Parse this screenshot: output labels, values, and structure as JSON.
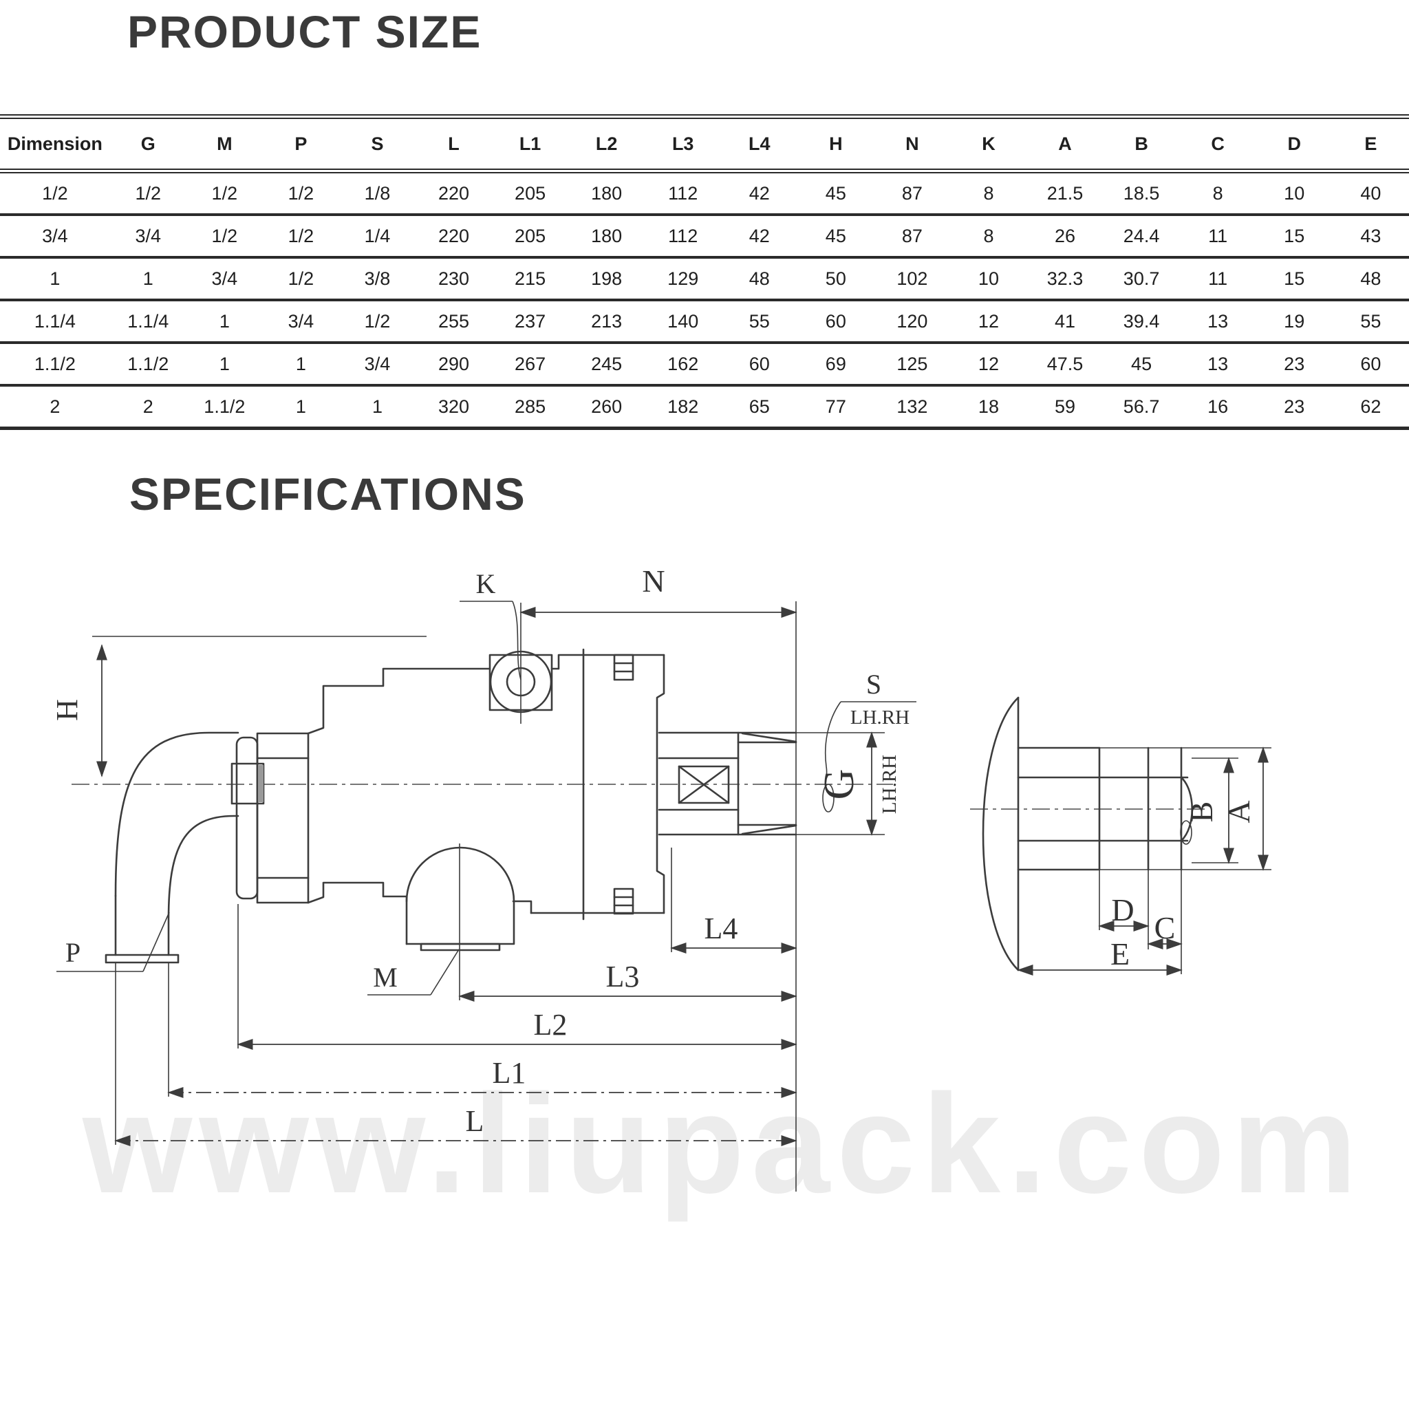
{
  "titles": {
    "product_size": "PRODUCT SIZE",
    "specifications": "SPECIFICATIONS"
  },
  "table": {
    "headers": [
      "Dimension",
      "G",
      "M",
      "P",
      "S",
      "L",
      "L1",
      "L2",
      "L3",
      "L4",
      "H",
      "N",
      "K",
      "A",
      "B",
      "C",
      "D",
      "E"
    ],
    "rows": [
      [
        "1/2",
        "1/2",
        "1/2",
        "1/2",
        "1/8",
        "220",
        "205",
        "180",
        "112",
        "42",
        "45",
        "87",
        "8",
        "21.5",
        "18.5",
        "8",
        "10",
        "40"
      ],
      [
        "3/4",
        "3/4",
        "1/2",
        "1/2",
        "1/4",
        "220",
        "205",
        "180",
        "112",
        "42",
        "45",
        "87",
        "8",
        "26",
        "24.4",
        "11",
        "15",
        "43"
      ],
      [
        "1",
        "1",
        "3/4",
        "1/2",
        "3/8",
        "230",
        "215",
        "198",
        "129",
        "48",
        "50",
        "102",
        "10",
        "32.3",
        "30.7",
        "11",
        "15",
        "48"
      ],
      [
        "1.1/4",
        "1.1/4",
        "1",
        "3/4",
        "1/2",
        "255",
        "237",
        "213",
        "140",
        "55",
        "60",
        "120",
        "12",
        "41",
        "39.4",
        "13",
        "19",
        "55"
      ],
      [
        "1.1/2",
        "1.1/2",
        "1",
        "1",
        "3/4",
        "290",
        "267",
        "245",
        "162",
        "60",
        "69",
        "125",
        "12",
        "47.5",
        "45",
        "13",
        "23",
        "60"
      ],
      [
        "2",
        "2",
        "1.1/2",
        "1",
        "1",
        "320",
        "285",
        "260",
        "182",
        "65",
        "77",
        "132",
        "18",
        "59",
        "56.7",
        "16",
        "23",
        "62"
      ]
    ]
  },
  "drawing": {
    "front_view": {
      "labels": {
        "k": "K",
        "n": "N",
        "h": "H",
        "s": "S",
        "s_thread": "LH.RH",
        "g": "G",
        "g_thread": "LH.RH",
        "p": "P",
        "m": "M",
        "l4": "L4",
        "l3": "L3",
        "l2": "L2",
        "l1": "L1",
        "l": "L"
      }
    },
    "side_view": {
      "labels": {
        "a": "A",
        "b": "B",
        "c": "C",
        "d": "D",
        "e": "E"
      }
    }
  },
  "watermark": "www.liupack.com",
  "colors": {
    "line": "#3c3c3c",
    "text": "#1f1f1f",
    "title": "#3a3a3a",
    "table_border": "#2b2b2b"
  }
}
